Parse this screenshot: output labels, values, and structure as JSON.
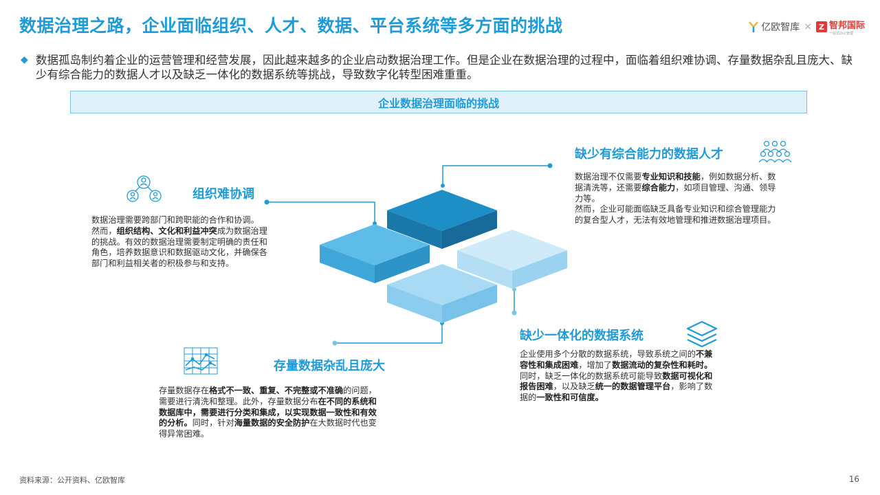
{
  "header": {
    "title": "数据治理之路，企业面临组织、人才、数据、平台系统等多方面的挑战",
    "logo_yiou": "亿欧智库",
    "logo_cross": "×",
    "logo_zb_mark": "Z",
    "logo_zb": "智邦国际",
    "logo_zb_tagline": "一站式办公管理"
  },
  "intro": {
    "bullet": "◆",
    "text": "数据孤岛制约着企业的运营管理和经营发展，因此越来越多的企业启动数据治理工作。但是企业在数据治理的过程中，面临着组织难协调、存量数据杂乱且庞大、缺少有综合能力的数据人才以及缺乏一体化的数据系统等挑战，导致数字化转型困难重重。"
  },
  "banner": {
    "title": "企业数据治理面临的挑战"
  },
  "sections": {
    "org": {
      "title": "组织难协调",
      "icon": "people-network-icon",
      "p1": "数据治理需要跨部门和跨职能的合作和协调。",
      "p2a": "然而，",
      "p2b": "组织结构、文化和利益冲突",
      "p2c": "成为数据治理的挑战。有效的数据治理需要制定明确的责任和角色，培养数据意识和数据驱动文化，并确保各部门和利益相关者的积极参与和支持。"
    },
    "talent": {
      "title": "缺少有综合能力的数据人才",
      "icon": "team-icon",
      "a": "数据治理不仅需要",
      "b": "专业知识和技能",
      "c": "，例如数据分析、数据清洗等，还需要",
      "d": "综合能力",
      "e": "，如项目管理、沟通、领导力等。",
      "p2": "然而，企业可能面临缺乏具备专业知识和综合管理能力的复合型人才，无法有效地管理和推进数据治理项目。"
    },
    "system": {
      "title": "缺少一体化的数据系统",
      "icon": "layers-icon",
      "a": "企业使用多个分散的数据系统，导致系统之间的",
      "b": "不兼容性和集成困难",
      "c": "，增加了",
      "d": "数据流动的复杂性和耗时。",
      "e": "同时，缺乏一体化的数据系统可能导致",
      "f": "数据可视化和报告困难",
      "g": "，以及缺乏",
      "h": "统一的数据管理平台",
      "i": "，影响了数据的",
      "j": "一致性和可信度。"
    },
    "stock": {
      "title": "存量数据杂乱且庞大",
      "icon": "data-chart-icon",
      "a": "存量数据存在",
      "b": "格式不一致、重复、不完整或不准确",
      "c": "的问题，需要进行清洗和整理。此外，存量数据分布",
      "d": "在不同的系统和数据库中，需要进行分类和集成，以实现数据一致性和有效的分析。",
      "e": "同时，针对",
      "f": "海量数据的安全防护",
      "g": "在大数据时代也变得异常困难。"
    }
  },
  "footer": {
    "source": "资料来源：公开资料、亿欧智库",
    "page": "16"
  },
  "colors": {
    "brand": "#1f9bd7",
    "tile_dark": "#1e8fc6",
    "tile_mid": "#5ebde8",
    "tile_light": "#a8daf3",
    "tile_pale": "#cfeaf8"
  }
}
